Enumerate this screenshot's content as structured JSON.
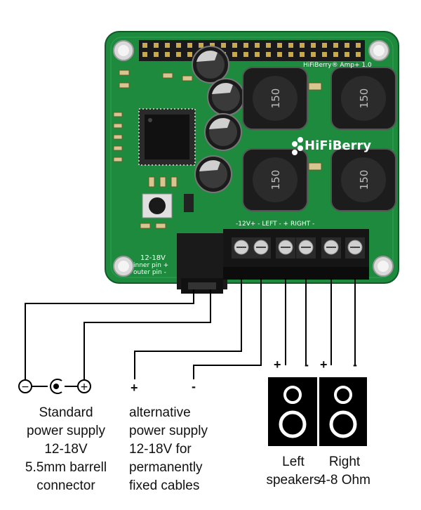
{
  "board": {
    "brand_text": "HiFiBerry",
    "model_text": "HiFiBerry® Amp+ 1.0",
    "inductor_label": "150",
    "supply_silk_1": "12-18V",
    "supply_silk_2": "inner pin +",
    "supply_silk_3": "outer pin -",
    "terminal_silk": "-12V+  - LEFT -  + RIGHT -"
  },
  "wire_color": "#000000",
  "pcb_color": "#1d8a3e",
  "standard_supply": {
    "minus_symbol": "−",
    "plus_symbol": "+",
    "lines": [
      "Standard",
      "power supply",
      "12-18V",
      "5.5mm barrell",
      "connector"
    ]
  },
  "alt_supply": {
    "plus_label": "+",
    "minus_label": "-",
    "lines": [
      "alternative",
      "power supply",
      "12-18V for",
      "permanently",
      "fixed cables"
    ]
  },
  "left_speaker": {
    "plus_label": "+",
    "minus_label": "-",
    "lines": [
      "Left",
      "speakers"
    ]
  },
  "right_speaker": {
    "plus_label": "+",
    "minus_label": "-",
    "lines": [
      "Right",
      "4-8 Ohm"
    ]
  }
}
